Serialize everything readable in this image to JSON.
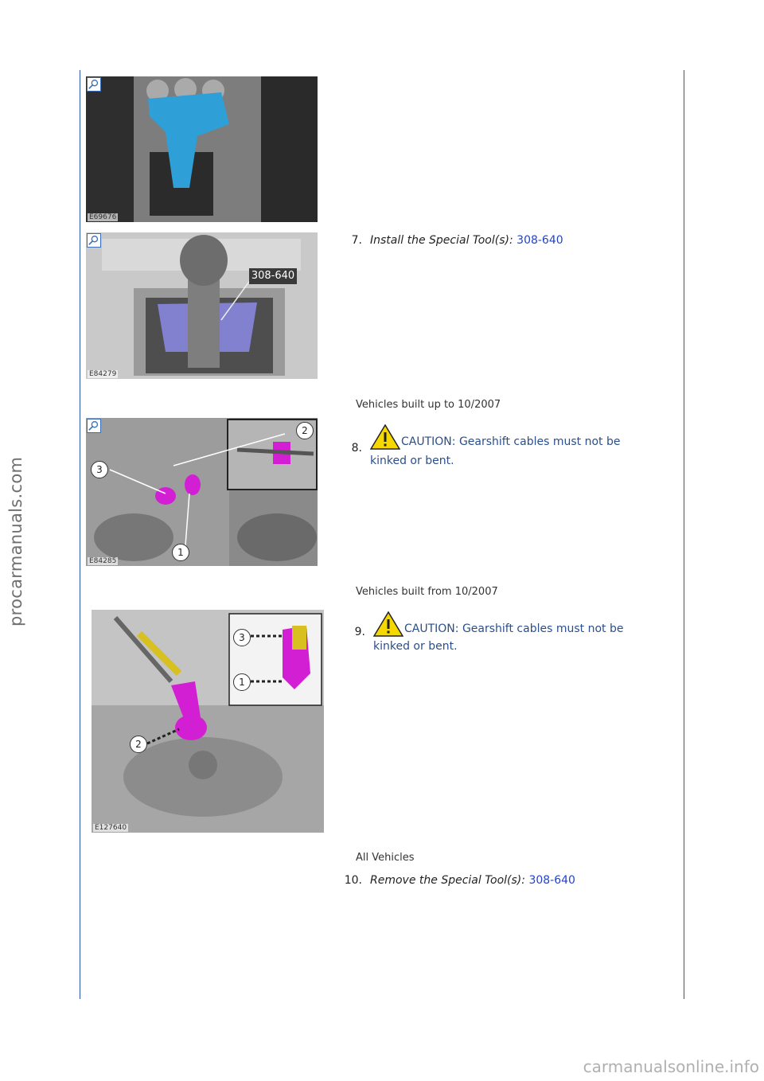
{
  "watermark_side": "procarmanuals.com",
  "watermark_bottom": "carmanualsonline.info",
  "figures": [
    {
      "label": "E69676"
    },
    {
      "label": "E84279",
      "callout": "308-640"
    },
    {
      "label": "E84285",
      "callouts": [
        "1",
        "2",
        "3"
      ]
    },
    {
      "label": "E127640",
      "callouts": [
        "1",
        "2",
        "3"
      ]
    }
  ],
  "steps": [
    {
      "number": "7.",
      "text": "Install the Special Tool(s):",
      "link": "308-640"
    },
    {
      "number": "8.",
      "text": "CAUTION: Gearshift cables must not be",
      "text2": "kinked or bent."
    },
    {
      "number": "9.",
      "text": "CAUTION: Gearshift cables must not be",
      "text2": "kinked or bent."
    },
    {
      "number": "10.",
      "text": "Remove the Special Tool(s):",
      "link": "308-640"
    }
  ],
  "notes": [
    "Vehicles built up to 10/2007",
    "Vehicles built from 10/2007",
    "All Vehicles"
  ],
  "colors": {
    "rule": "#2a56a8",
    "link": "#2244cc",
    "caution": "#2b4f8a",
    "tool_highlight": "#2f9fd8",
    "component": "#d31fd3"
  }
}
